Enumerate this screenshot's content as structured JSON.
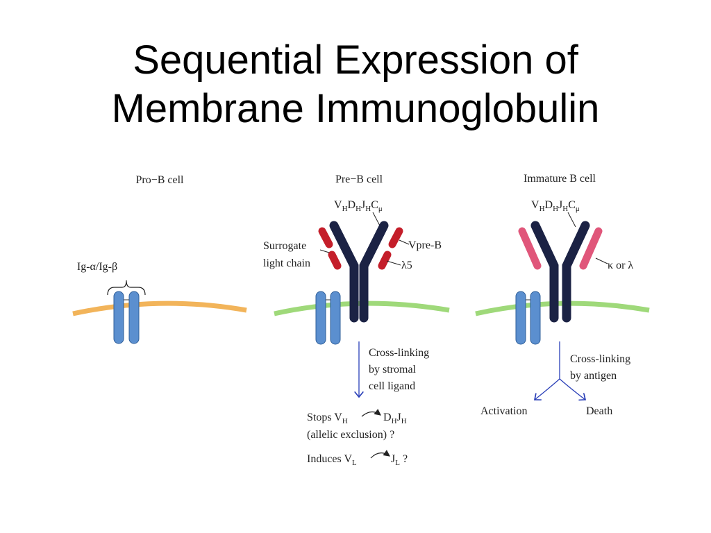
{
  "title": {
    "line1": "Sequential Expression of",
    "line2": "Membrane Immunoglobulin"
  },
  "colors": {
    "pro_membrane": "#f2b45a",
    "membrane_green": "#9fd97a",
    "ig_alpha_beta": "#5b8fcf",
    "heavy_chain": "#1b2244",
    "surrogate_light_chain": "#c41e2a",
    "light_chain": "#e0567a",
    "arrow_blue": "#2a3fb8",
    "text": "#222222"
  },
  "panels": {
    "pro_b": {
      "heading": "Pro−B cell",
      "ig_label": "Ig-α/Ig-β"
    },
    "pre_b": {
      "heading": "Pre−B cell",
      "heavy_label": {
        "v": "V",
        "v_sub": "H",
        "d": "D",
        "d_sub": "H",
        "j": "J",
        "j_sub": "H",
        "c": "C",
        "c_sub": "μ"
      },
      "surrogate_line1": "Surrogate",
      "surrogate_line2": "light chain",
      "vpre_b": "Vpre-B",
      "lambda5": "λ5",
      "cross_line1": "Cross-linking",
      "cross_line2": "by stromal",
      "cross_line3": "cell ligand",
      "stops_prefix": "Stops V",
      "stops_v_sub": "H",
      "stops_d": "D",
      "stops_d_sub": "H",
      "stops_j": "J",
      "stops_j_sub": "H",
      "allelic": "(allelic exclusion) ?",
      "induces_prefix": "Induces V",
      "induces_v_sub": "L",
      "induces_j": "J",
      "induces_j_sub": "L",
      "induces_q": "?"
    },
    "immature_b": {
      "heading": "Immature B cell",
      "heavy_label": {
        "v": "V",
        "v_sub": "H",
        "d": "D",
        "d_sub": "H",
        "j": "J",
        "j_sub": "H",
        "c": "C",
        "c_sub": "μ"
      },
      "light_label": "κ or λ",
      "cross_line1": "Cross-linking",
      "cross_line2": "by antigen",
      "activation": "Activation",
      "death": "Death"
    }
  }
}
